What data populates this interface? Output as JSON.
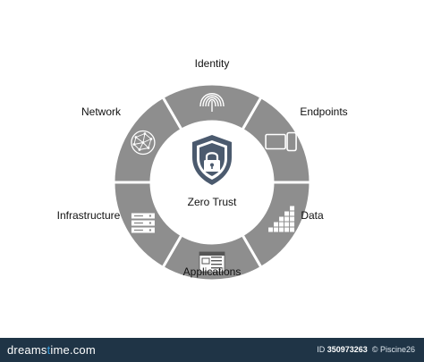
{
  "diagram": {
    "center_label": "Zero Trust",
    "segments": [
      {
        "label": "Identity",
        "icon": "fingerprint-icon"
      },
      {
        "label": "Endpoints",
        "icon": "devices-icon"
      },
      {
        "label": "Data",
        "icon": "data-blocks-icon"
      },
      {
        "label": "Applications",
        "icon": "application-window-icon"
      },
      {
        "label": "Infrastructure",
        "icon": "server-rack-icon"
      },
      {
        "label": "Network",
        "icon": "network-globe-icon"
      }
    ],
    "colors": {
      "ring": "#8e8e8e",
      "ring_divider": "#ffffff",
      "icon_box": "#ffffff",
      "shield": "#4b5a6e",
      "footer": "#1f3446"
    }
  },
  "footer": {
    "brand_prefix": "dreams",
    "brand_dot": "t",
    "brand_suffix": "ime.com",
    "id_label": "ID",
    "id_value": "350973263",
    "sep": "©",
    "author": "Piscine26"
  }
}
